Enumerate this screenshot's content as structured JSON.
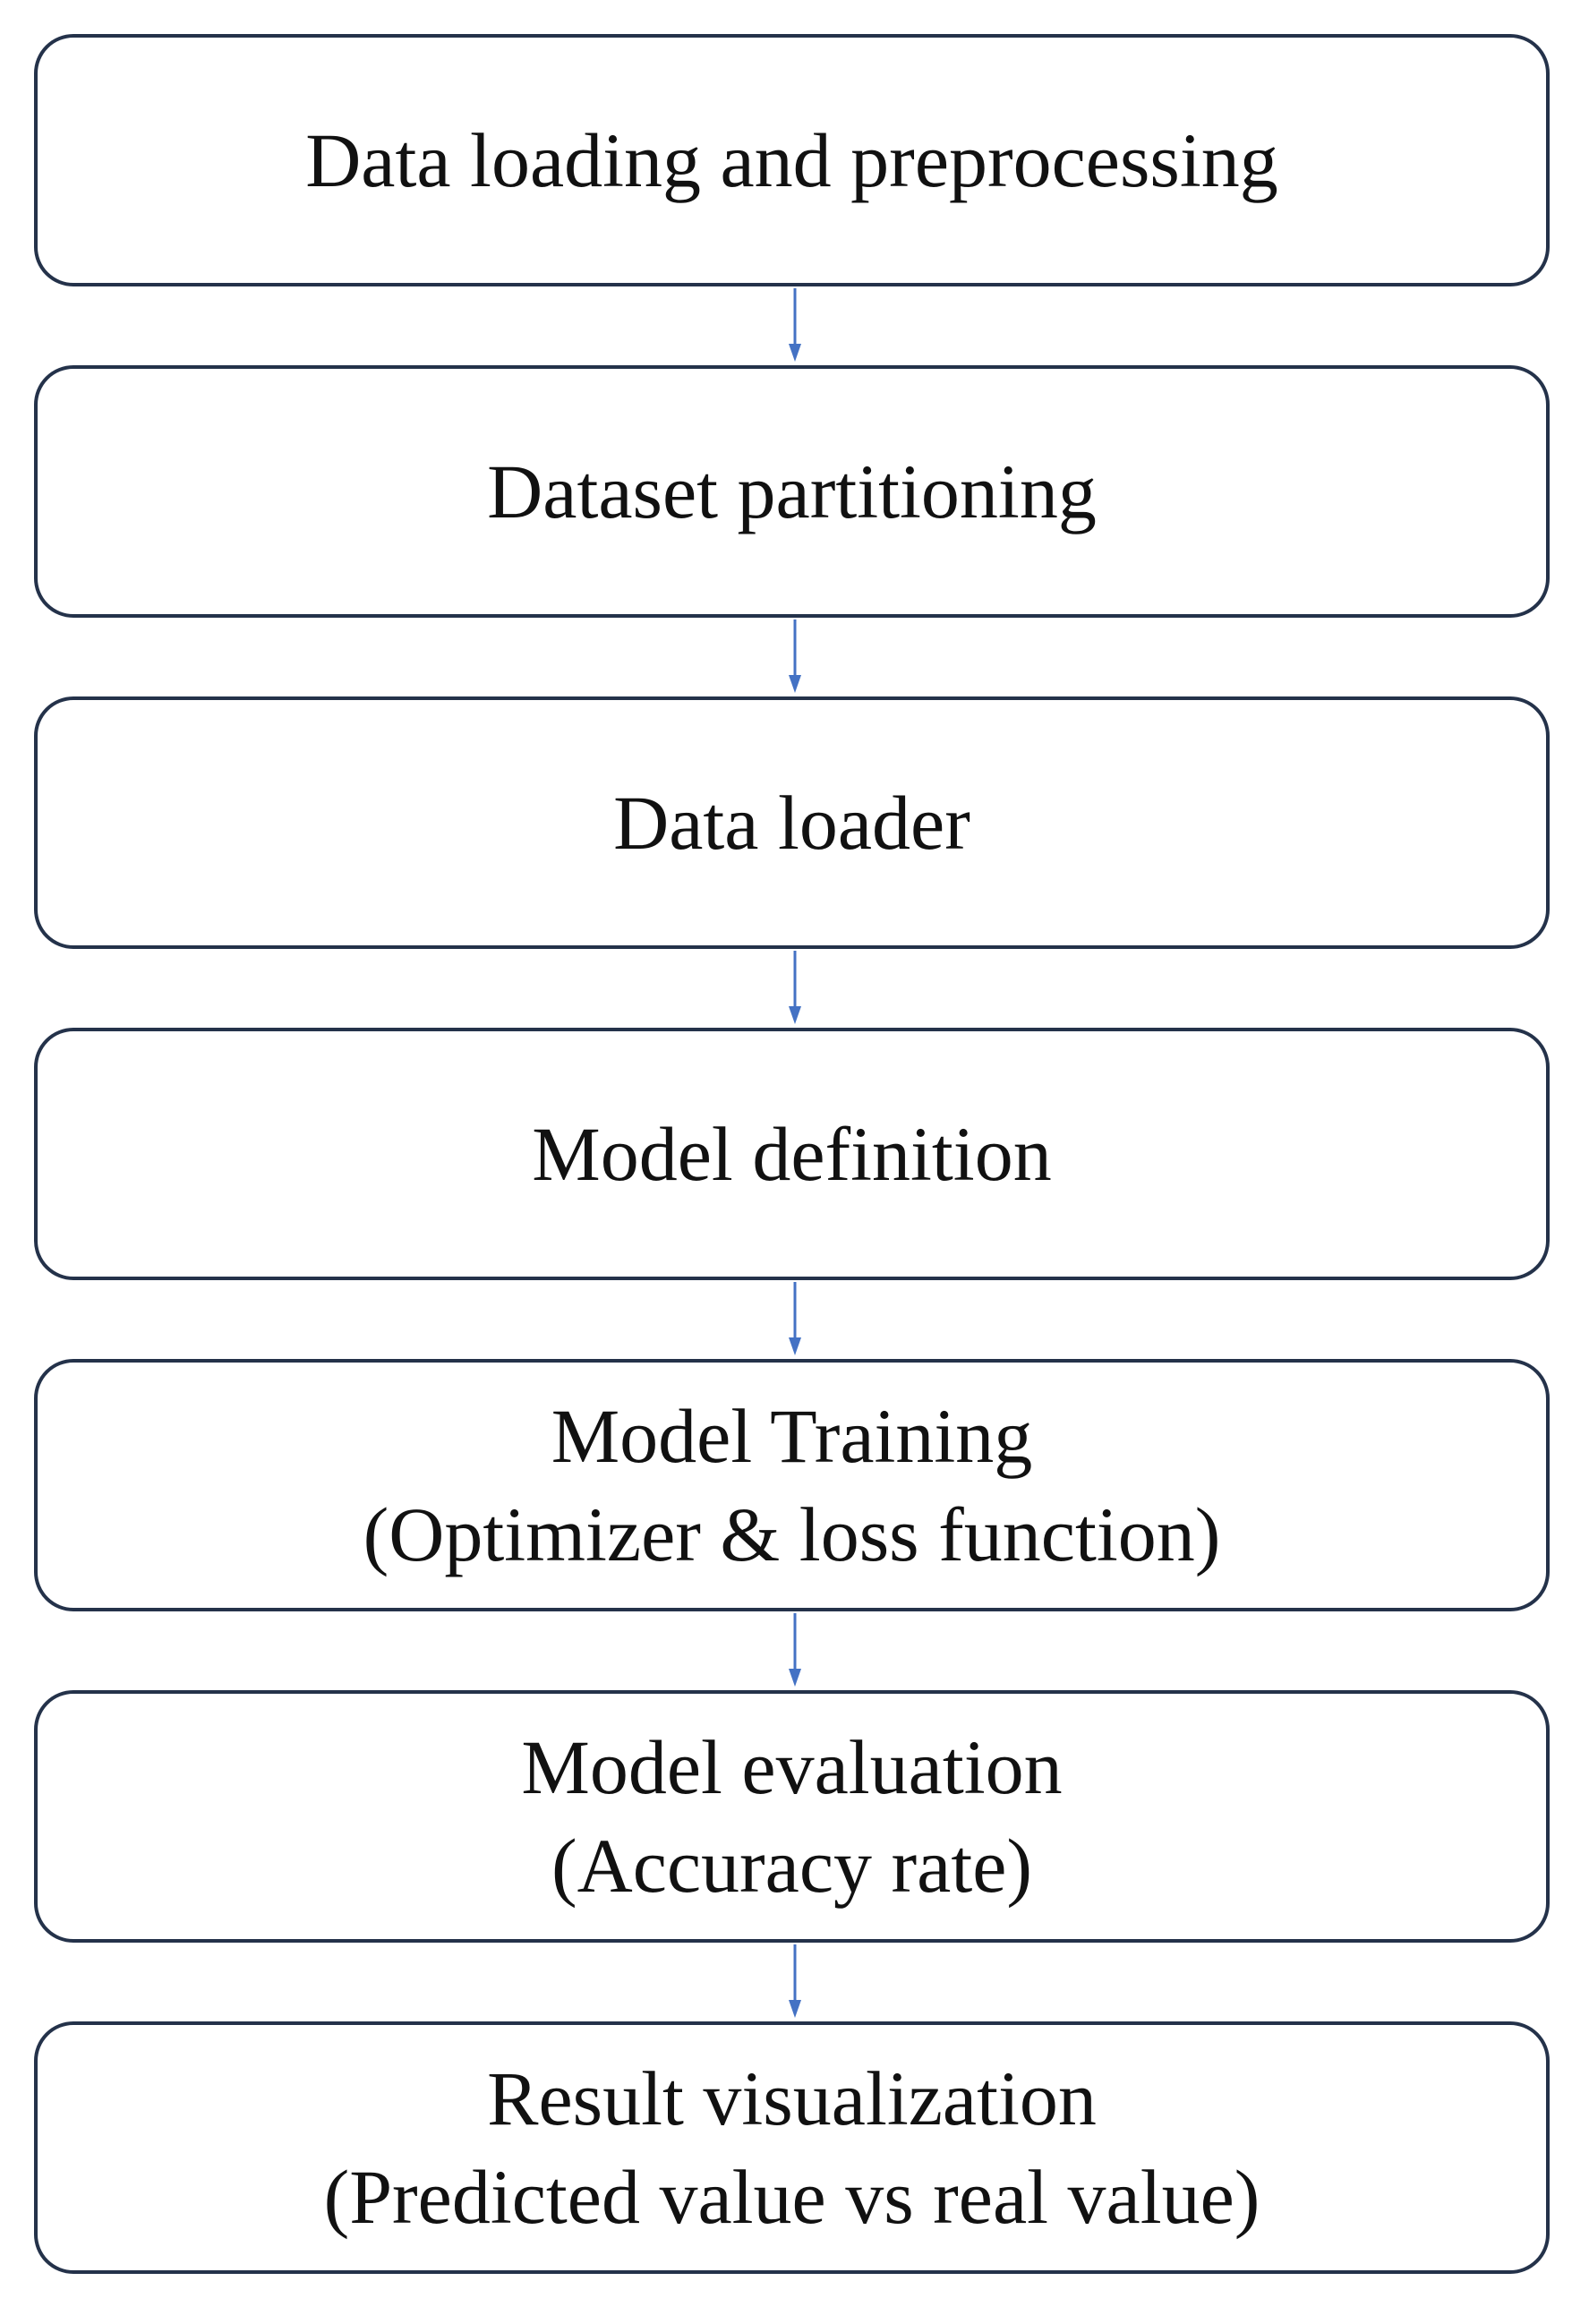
{
  "diagram": {
    "steps": [
      {
        "line1": "Data loading and preprocessing",
        "line2": ""
      },
      {
        "line1": "Dataset partitioning",
        "line2": ""
      },
      {
        "line1": "Data loader",
        "line2": ""
      },
      {
        "line1": "Model definition",
        "line2": ""
      },
      {
        "line1": "Model Training",
        "line2": "(Optimizer & loss function)"
      },
      {
        "line1": "Model evaluation",
        "line2": "(Accuracy rate)"
      },
      {
        "line1": "Result visualization",
        "line2": "(Predicted value vs real value)"
      }
    ],
    "colors": {
      "box_border": "#24324a",
      "arrow": "#4472c4",
      "text": "#111111",
      "background": "#ffffff"
    }
  }
}
